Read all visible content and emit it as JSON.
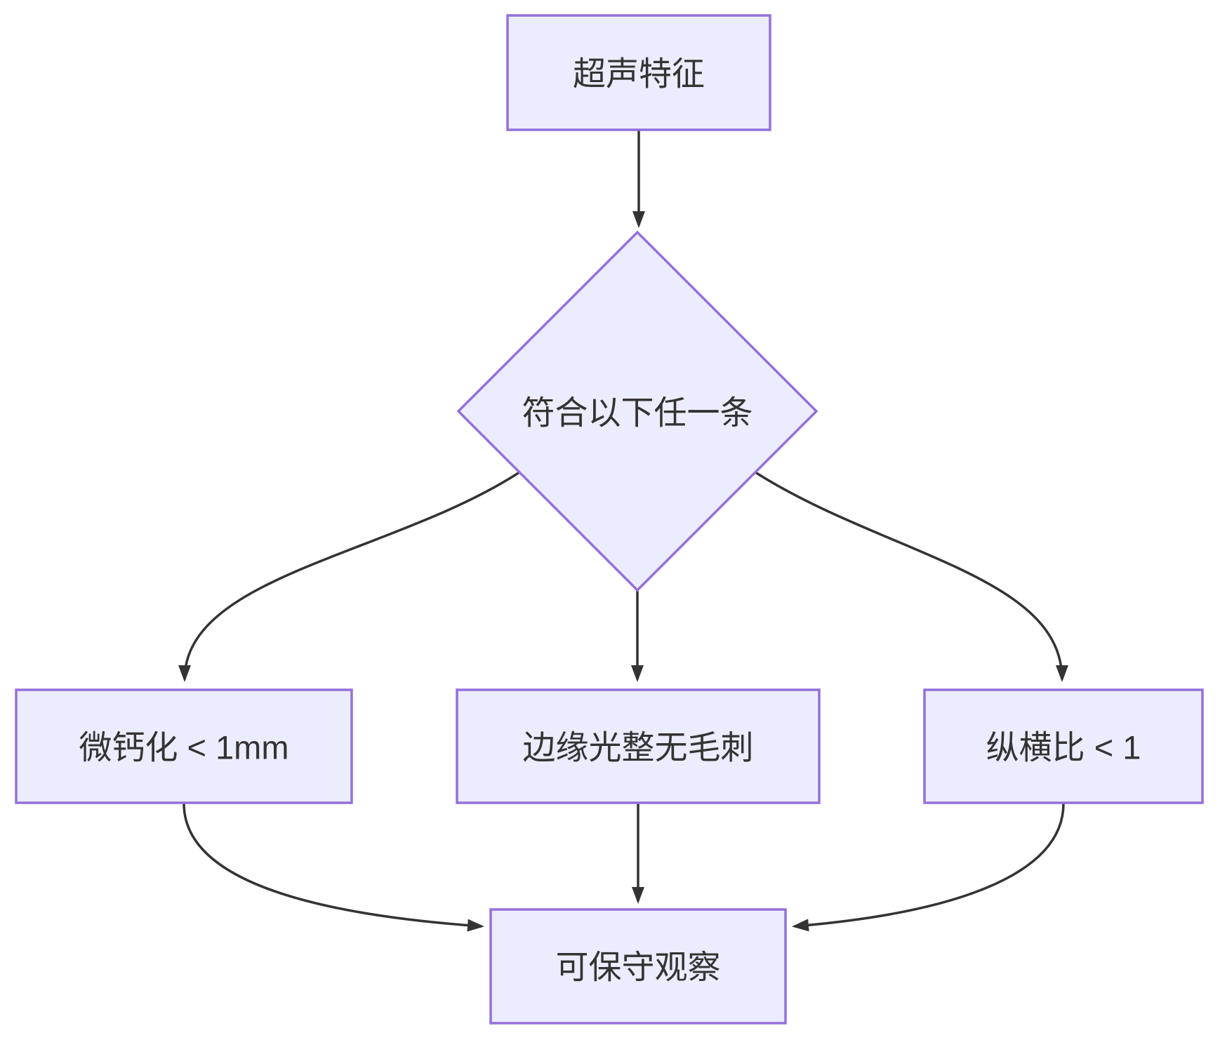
{
  "diagram": {
    "type": "flowchart",
    "direction": "top-down",
    "nodes": [
      {
        "id": "ultrasound-features",
        "shape": "rectangle",
        "label": "超声特征"
      },
      {
        "id": "criteria-decision",
        "shape": "diamond",
        "label": "符合以下任一条"
      },
      {
        "id": "microcalcification",
        "shape": "rectangle",
        "label": "微钙化 < 1mm"
      },
      {
        "id": "smooth-margin",
        "shape": "rectangle",
        "label": "边缘光整无毛刺"
      },
      {
        "id": "aspect-ratio",
        "shape": "rectangle",
        "label": "纵横比 < 1"
      },
      {
        "id": "conservative-observation",
        "shape": "rectangle",
        "label": "可保守观察"
      }
    ],
    "edges": [
      {
        "from": "ultrasound-features",
        "to": "criteria-decision",
        "label": ""
      },
      {
        "from": "criteria-decision",
        "to": "microcalcification",
        "label": ""
      },
      {
        "from": "criteria-decision",
        "to": "smooth-margin",
        "label": ""
      },
      {
        "from": "criteria-decision",
        "to": "aspect-ratio",
        "label": ""
      },
      {
        "from": "microcalcification",
        "to": "conservative-observation",
        "label": ""
      },
      {
        "from": "smooth-margin",
        "to": "conservative-observation",
        "label": ""
      },
      {
        "from": "aspect-ratio",
        "to": "conservative-observation",
        "label": ""
      }
    ]
  },
  "colors": {
    "node_fill": "#ECECFF",
    "node_border": "#9370DB",
    "edge_stroke": "#333333",
    "text": "#333333",
    "background": "#FFFFFF"
  }
}
